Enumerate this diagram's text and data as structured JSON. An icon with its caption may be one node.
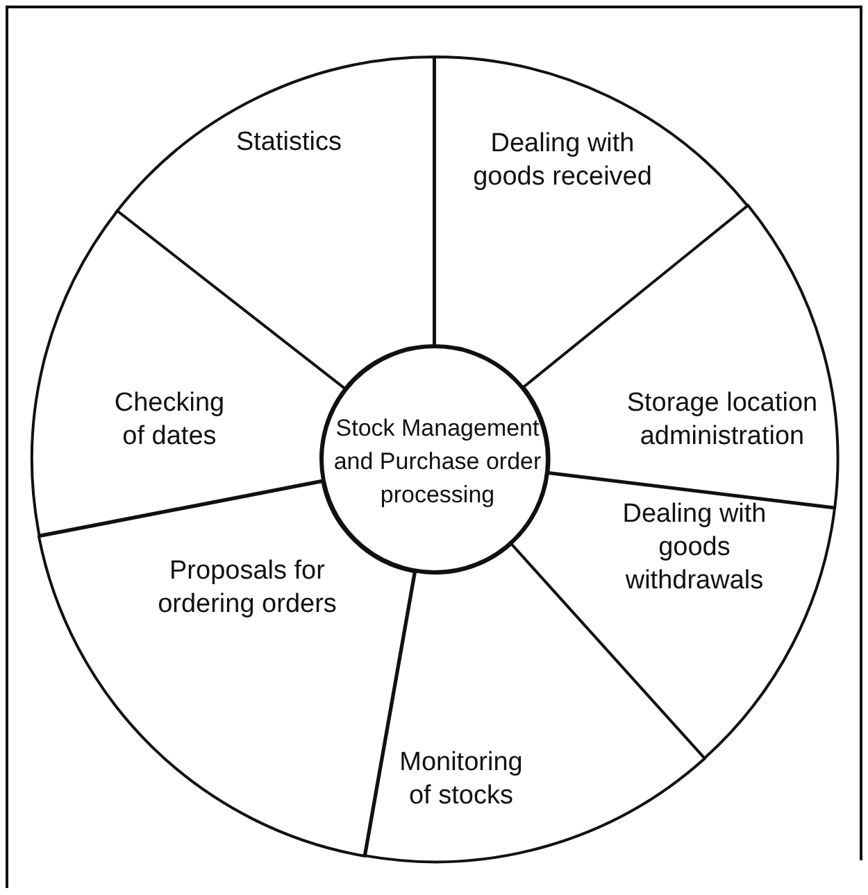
{
  "diagram": {
    "nodes": [
      {
        "text": [
          "Statistics"
        ]
      },
      {
        "text": [
          "Dealing with goods received"
        ]
      },
      {
        "text": [
          "Storage location administration"
        ]
      },
      {
        "text": [
          "Dealing with goods withdrawals"
        ]
      },
      {
        "text": [
          "Monitoring of stocks"
        ]
      },
      {
        "text": [
          "Proposals for ordering orders"
        ]
      },
      {
        "text": [
          "Checking of dates"
        ]
      },
      {
        "text": [
          "Stock Management and Purchase order processing"
        ]
      }
    ]
  }
}
